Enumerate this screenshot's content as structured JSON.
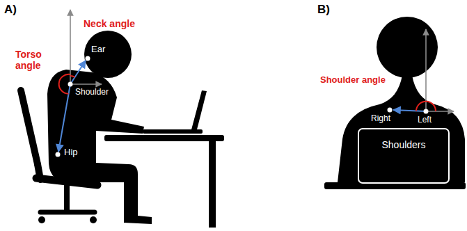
{
  "diagram": {
    "nodes": [
      {
        "text": [
          "Shoulders"
        ]
      }
    ],
    "labels": [
      "A)",
      "Neck angle",
      "Torso angle",
      "Ear",
      "Shoulder",
      "Hip",
      "B)",
      "Shoulder angle",
      "Right",
      "Left"
    ]
  }
}
